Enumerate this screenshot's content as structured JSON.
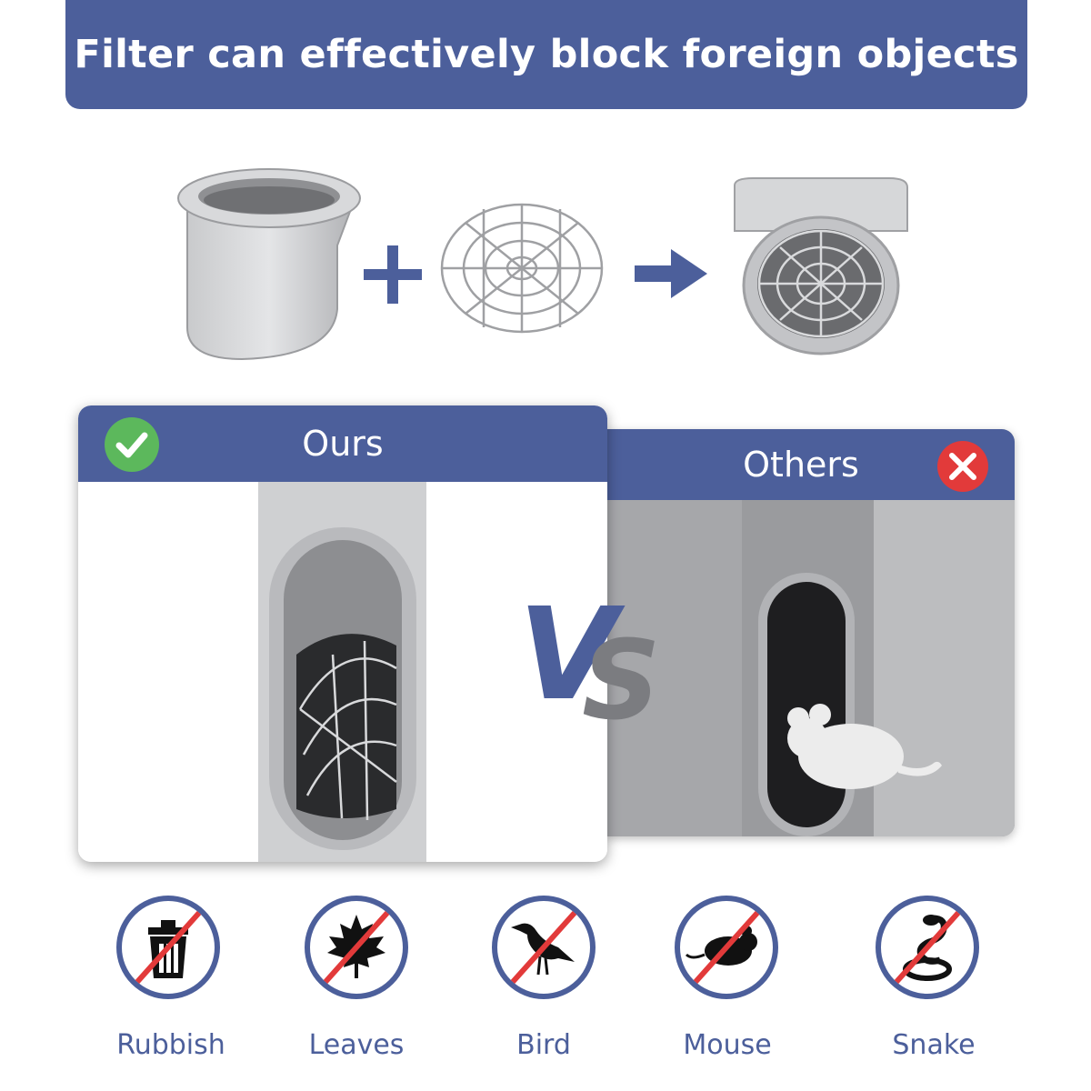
{
  "banner": {
    "title": "Filter can effectively block foreign objects"
  },
  "colors": {
    "brand": "#4c5f9b",
    "accent_red": "#e23a3a",
    "check_green": "#5cb85c"
  },
  "assembly": {
    "items": [
      "adapter-icon",
      "filter-grid-icon",
      "assembled-vent-icon"
    ],
    "operators": [
      "plus-icon",
      "arrow-right-icon"
    ]
  },
  "comparison": {
    "ours_label": "Ours",
    "others_label": "Others",
    "vs_text": "VS"
  },
  "blocked_items": [
    {
      "label": "Rubbish",
      "icon": "trash-icon"
    },
    {
      "label": "Leaves",
      "icon": "leaf-icon"
    },
    {
      "label": "Bird",
      "icon": "bird-icon"
    },
    {
      "label": "Mouse",
      "icon": "mouse-icon"
    },
    {
      "label": "Snake",
      "icon": "snake-icon"
    }
  ]
}
